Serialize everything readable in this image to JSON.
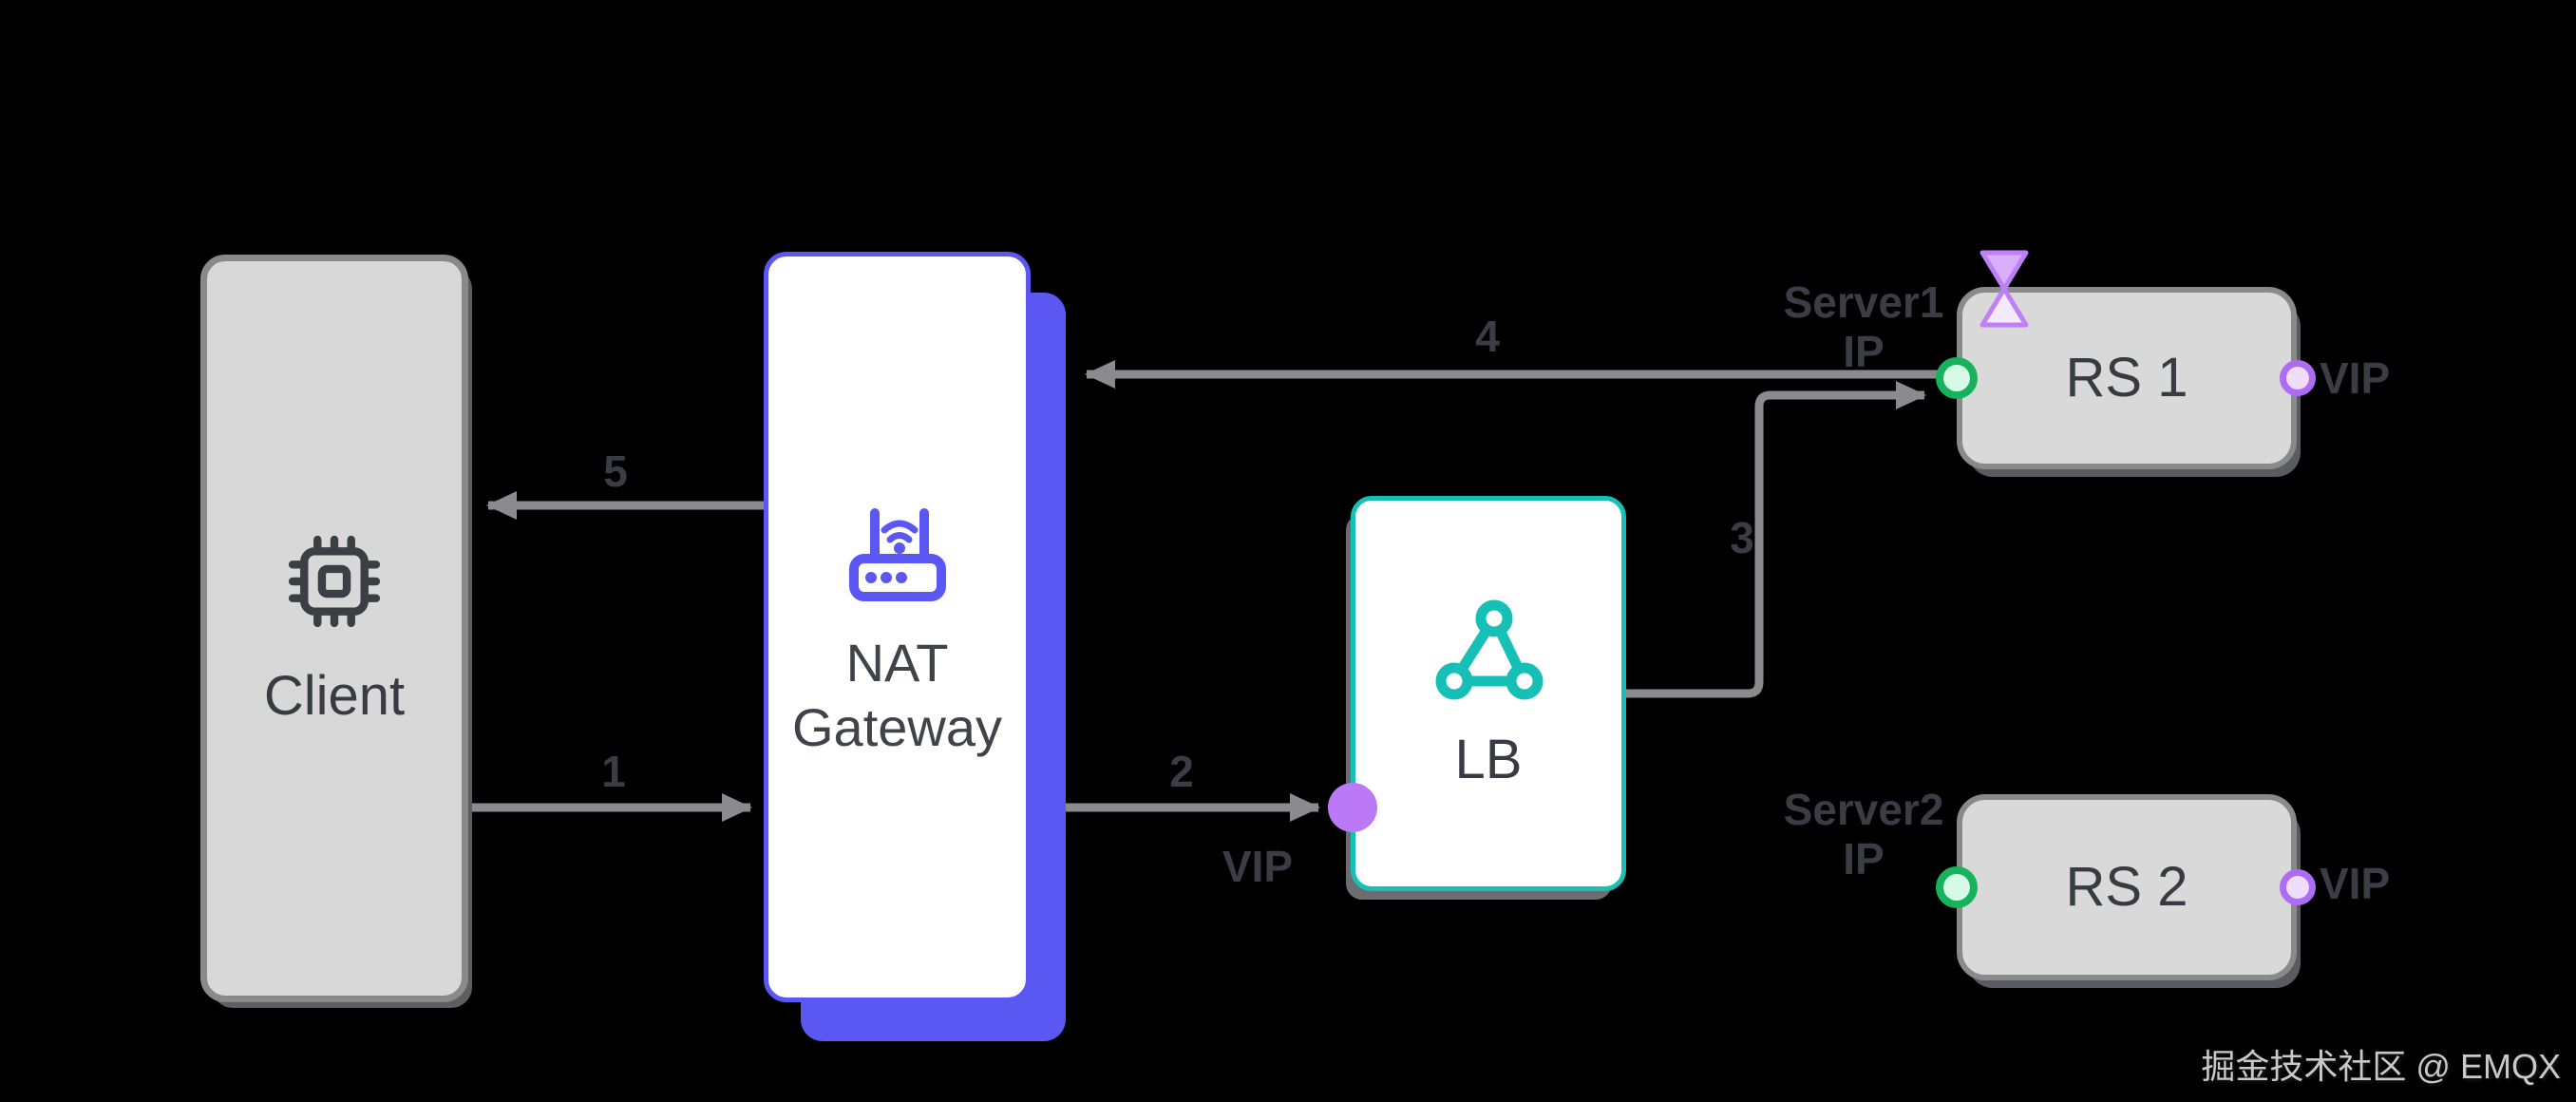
{
  "nodes": {
    "client": {
      "label": "Client",
      "icon": "cpu-chip-icon"
    },
    "nat": {
      "label_line1": "NAT",
      "label_line2": "Gateway",
      "icon": "wifi-router-icon"
    },
    "lb": {
      "label": "LB",
      "icon": "triangle-nodes-icon"
    },
    "rs1": {
      "label": "RS 1"
    },
    "rs2": {
      "label": "RS 2"
    }
  },
  "annotations": {
    "server1_name": "Server1",
    "server1_ip": "IP",
    "server2_name": "Server2",
    "server2_ip": "IP",
    "vip_lb": "VIP",
    "vip_rs1": "VIP",
    "vip_rs2": "VIP"
  },
  "flow": {
    "step1": "1",
    "step2": "2",
    "step3": "3",
    "step4": "4",
    "step5": "5"
  },
  "watermark": {
    "text": "掘金技术社区 @ EMQX"
  },
  "colors": {
    "background": "#000000",
    "nat_purple": "#5b57f2",
    "lb_teal": "#16c0b6",
    "node_gray": "#d8d8d8",
    "line_gray": "#8a8a8f",
    "port_green": "#17b35c",
    "port_purple": "#ae6bf3",
    "vip_dot_purple": "#bb79f8",
    "annotation_dark": "#3a3d45"
  }
}
